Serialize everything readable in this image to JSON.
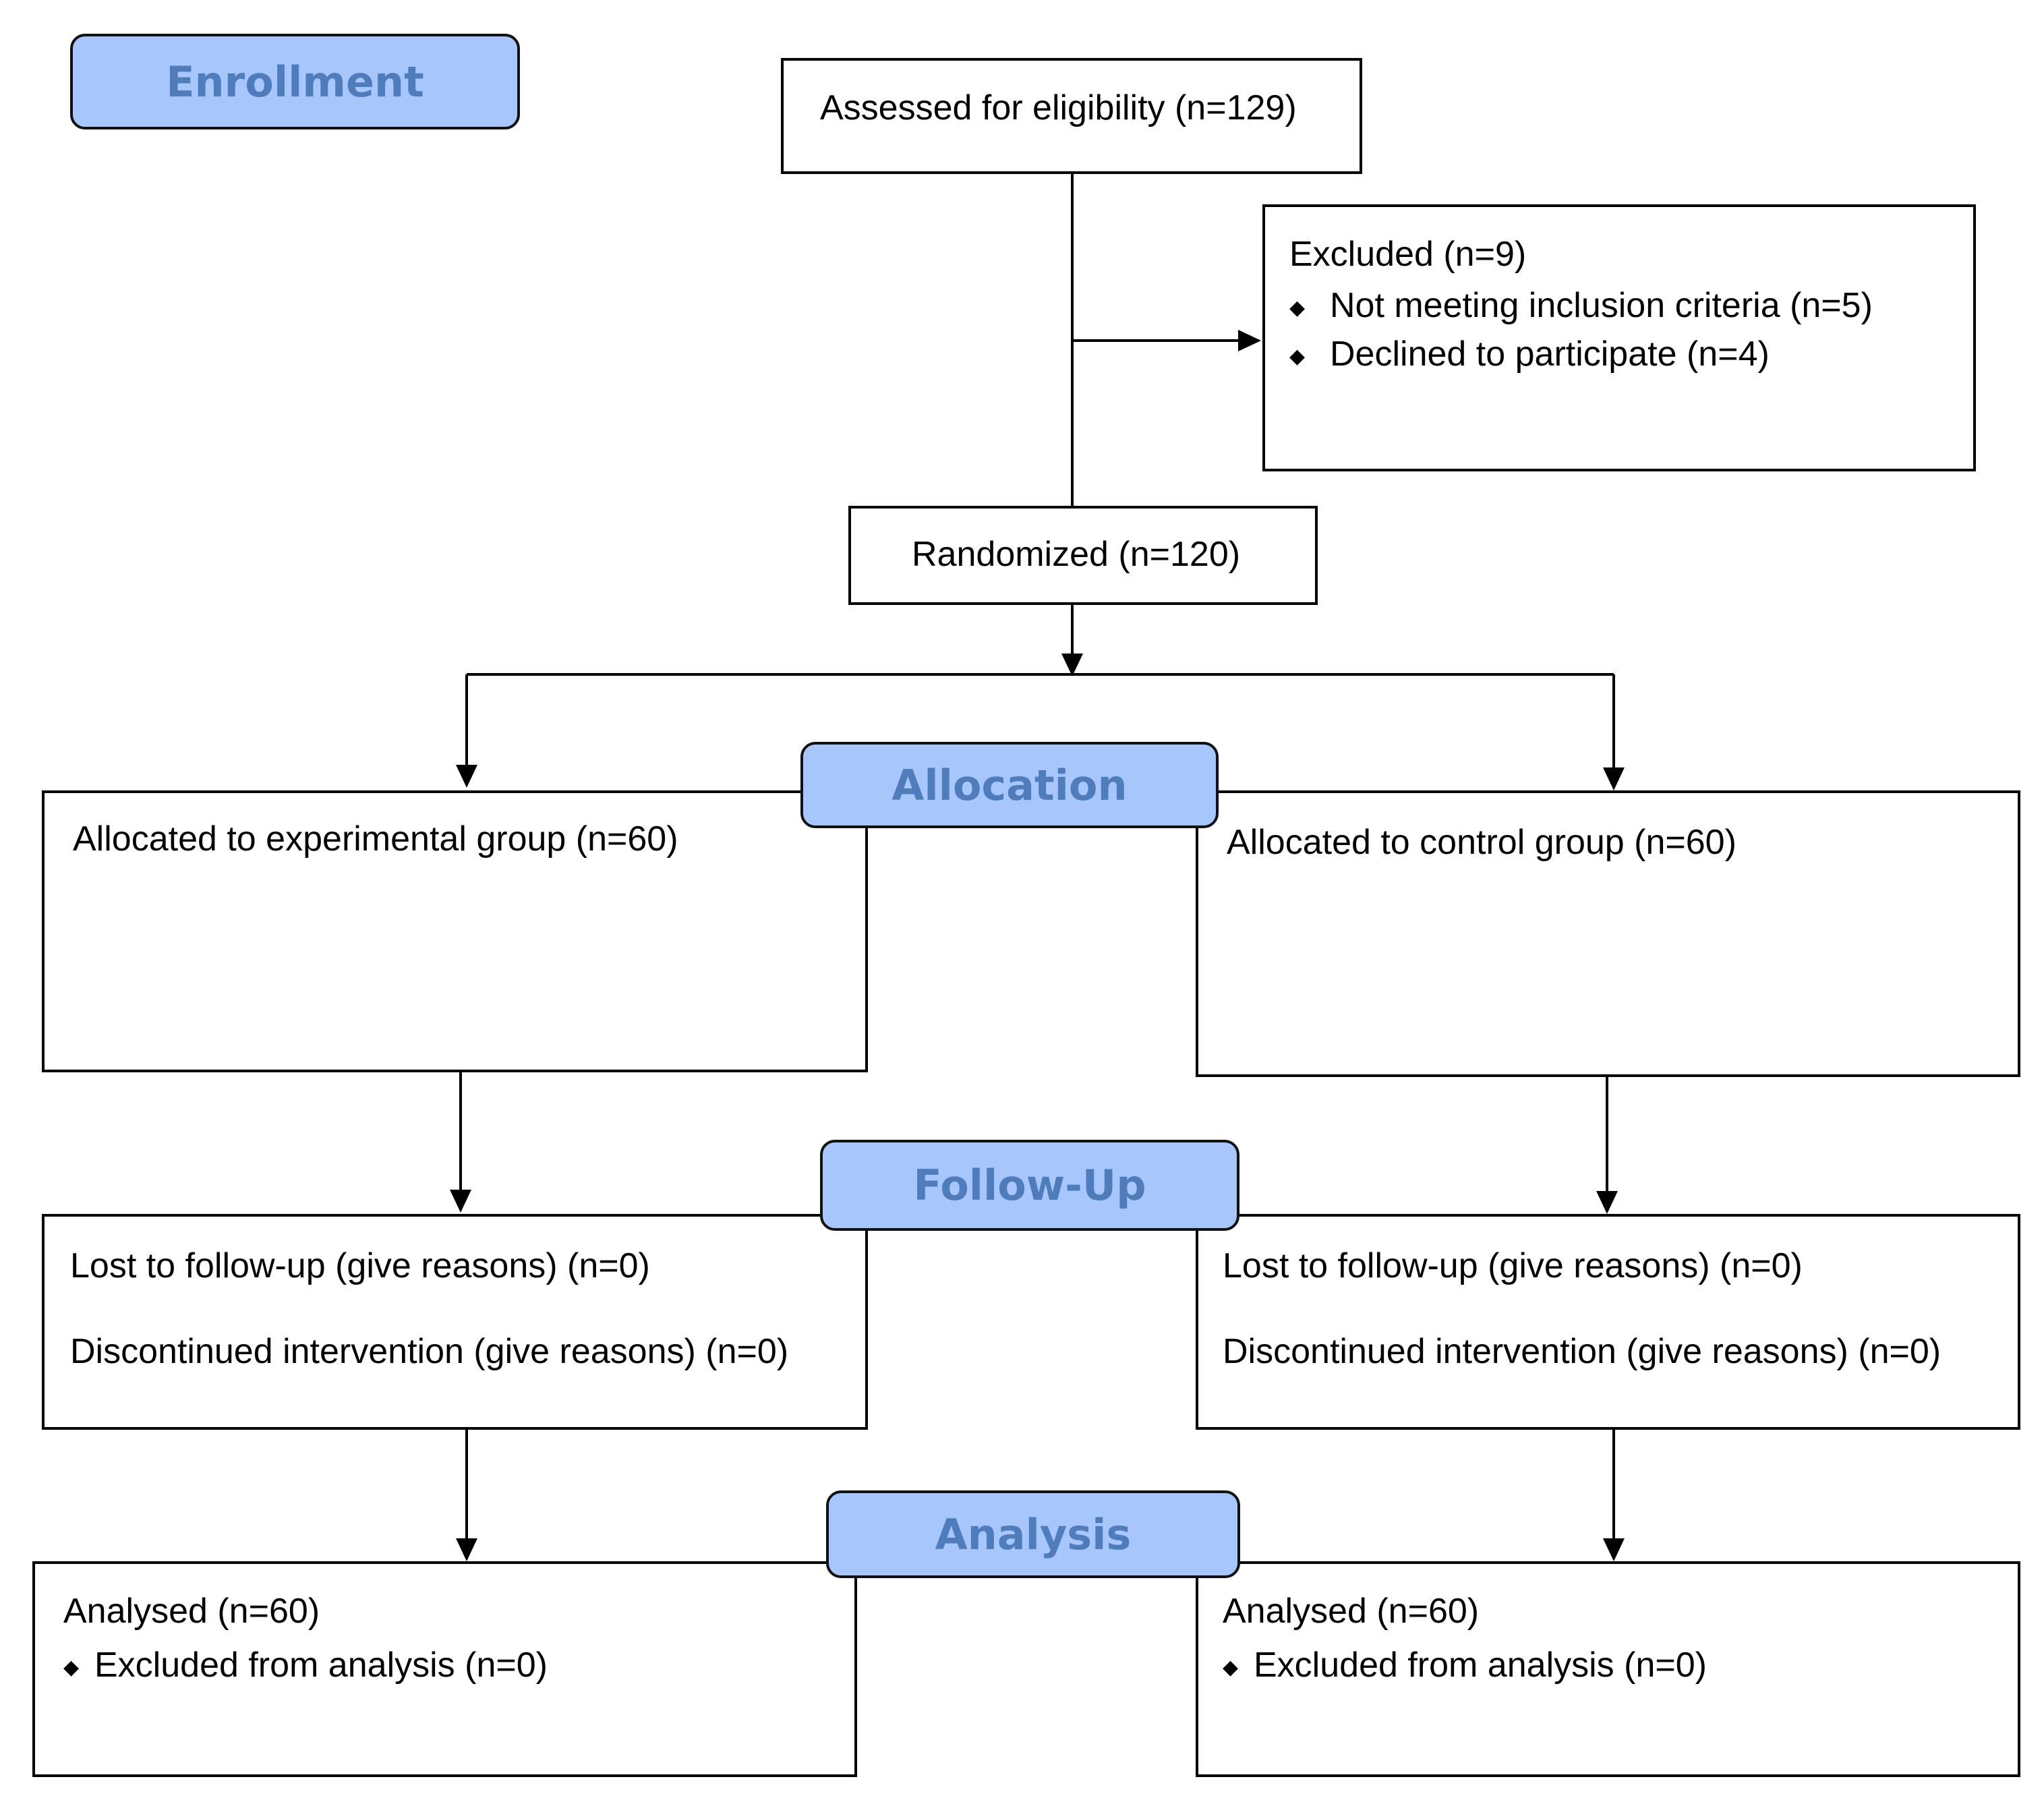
{
  "phases": {
    "enrollment": "Enrollment",
    "allocation": "Allocation",
    "follow_up": "Follow-Up",
    "analysis": "Analysis"
  },
  "enrollment": {
    "assessed": "Assessed for eligibility (n=129)",
    "excluded": {
      "title": "Excluded (n=9)",
      "reasons": [
        "Not meeting inclusion criteria (n=5)",
        "Declined to participate (n=4)"
      ]
    },
    "randomized": "Randomized (n=120)"
  },
  "arms": [
    {
      "allocated": "Allocated to experimental group (n=60)",
      "lost": "Lost to follow-up (give reasons) (n=0)",
      "discontinued": "Discontinued intervention (give reasons) (n=0)",
      "analysed": "Analysed (n=60)",
      "excluded_analysis": "Excluded from analysis (n=0)"
    },
    {
      "allocated": "Allocated to control group (n=60)",
      "lost": "Lost to follow-up (give reasons) (n=0)",
      "discontinued": "Discontinued intervention (give reasons) (n=0)",
      "analysed": "Analysed (n=60)",
      "excluded_analysis": "Excluded from analysis (n=0)"
    }
  ],
  "bullet_glyph": "◆"
}
